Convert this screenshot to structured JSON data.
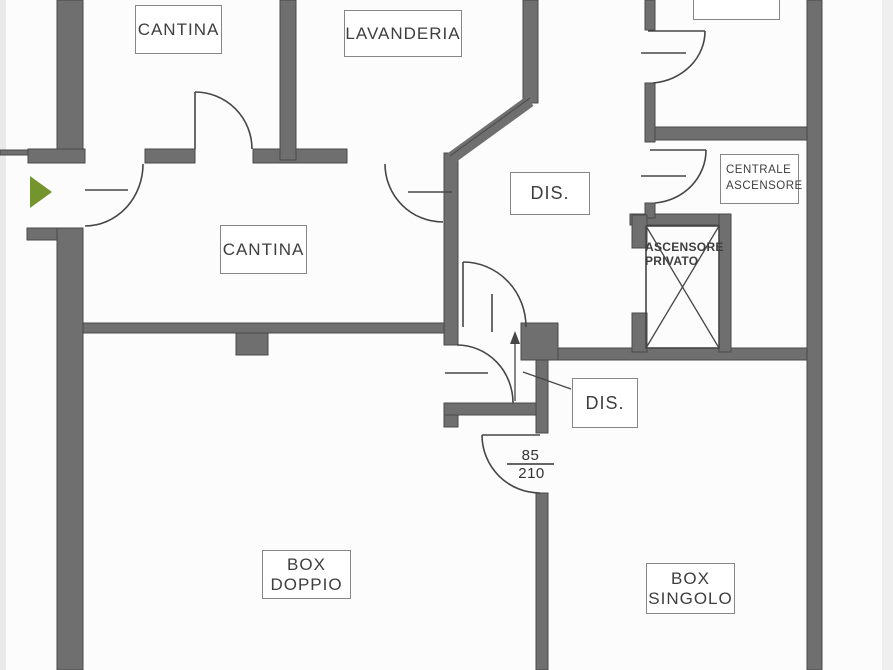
{
  "plan": {
    "type": "basement-garage-floor-plan",
    "labels": {
      "cantina_top": "CANTINA",
      "lavanderia": "LAVANDERIA",
      "room_top_right": "",
      "dis_corridor": "DIS.",
      "centrale_line1": "CENTRALE",
      "centrale_line2": "ASCENSORE",
      "ascensore_privato_line1": "ASCENSORE",
      "ascensore_privato_line2": "PRIVATO",
      "cantina_main": "CANTINA",
      "dis_vestibule": "DIS.",
      "box_doppio_line1": "BOX",
      "box_doppio_line2": "DOPPIO",
      "box_singolo_line1": "BOX",
      "box_singolo_line2": "SINGOLO"
    },
    "door_size_annotation": {
      "width_cm": "85",
      "height_cm": "210"
    },
    "icons": {
      "entrance_arrow": "green-right-triangle",
      "elevator_shaft": "x-crossed-box",
      "direction_arrow": "up-arrow"
    }
  },
  "colors": {
    "bg": "#fcfcfc",
    "wall": "#6f6f6f",
    "wall_edge": "#4a4a4a",
    "line": "#464646",
    "box_border": "#868686",
    "text": "#3e3e3e",
    "green": "#74942e"
  }
}
